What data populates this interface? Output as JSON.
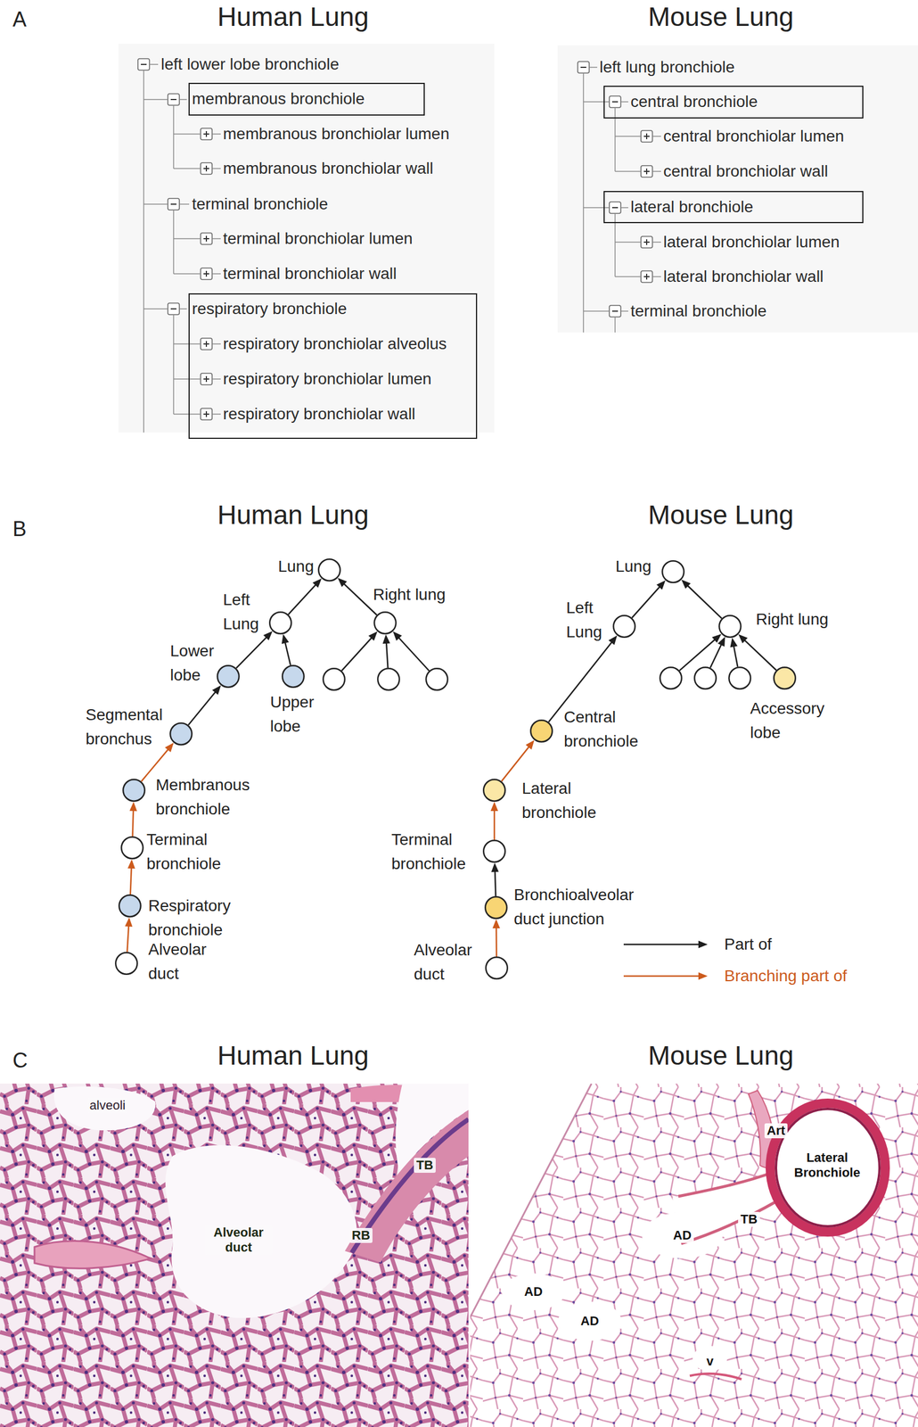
{
  "diagram": {
    "nodes": [
      {
        "text": [
          "left lower lobe bronchiole",
          "membranous bronchiolar lumen",
          "membranous bronchiolar wall",
          "terminal bronchiole",
          "terminal bronchiolar lumen",
          "terminal bronchiolar wall"
        ]
      },
      {
        "text": [
          "membranous bronchiole"
        ],
        "in": 0
      },
      {
        "text": [
          "respiratory bronchiole",
          "respiratory bronchiolar alveolus",
          "respiratory bronchiolar lumen",
          "respiratory bronchiolar wall"
        ],
        "in": 0
      },
      {
        "text": [
          "left lung bronchiole",
          "central bronchiolar lumen",
          "central bronchiolar wall",
          "lateral bronchiolar lumen",
          "lateral bronchiolar wall",
          "terminal bronchiole"
        ]
      },
      {
        "text": [
          "central bronchiole"
        ],
        "in": 3
      },
      {
        "text": [
          "lateral bronchiole"
        ],
        "in": 3
      },
      {
        "text": [
          "Lung"
        ]
      },
      {
        "text": [
          "Left Lung"
        ]
      },
      {
        "text": [
          "Right lung"
        ]
      },
      {
        "text": [
          "Lower lobe"
        ]
      },
      {
        "text": [
          "Upper lobe"
        ]
      },
      {
        "text": []
      },
      {
        "text": []
      },
      {
        "text": []
      },
      {
        "text": [
          "Segmental bronchus"
        ]
      },
      {
        "text": [
          "Membranous bronchiole"
        ]
      },
      {
        "text": [
          "Terminal bronchiole"
        ]
      },
      {
        "text": [
          "Respiratory bronchiole"
        ]
      },
      {
        "text": [
          "Alveolar duct"
        ]
      },
      {
        "text": [
          "Lung"
        ]
      },
      {
        "text": [
          "Left Lung"
        ]
      },
      {
        "text": [
          "Right lung"
        ]
      },
      {
        "text": []
      },
      {
        "text": []
      },
      {
        "text": []
      },
      {
        "text": [
          "Accessory lobe"
        ]
      },
      {
        "text": [
          "Central bronchiole"
        ]
      },
      {
        "text": [
          "Lateral bronchiole"
        ]
      },
      {
        "text": [
          "Terminal bronchiole"
        ]
      },
      {
        "text": [
          "Bronchioalveolar duct junction"
        ]
      },
      {
        "text": [
          "Alveolar duct"
        ]
      }
    ],
    "edges": [
      {
        "from": 7,
        "to": 6,
        "arrow": "to"
      },
      {
        "from": 8,
        "to": 6,
        "arrow": "to"
      },
      {
        "from": 9,
        "to": 7,
        "arrow": "to"
      },
      {
        "from": 10,
        "to": 7,
        "arrow": "to"
      },
      {
        "from": 11,
        "to": 8,
        "arrow": "to"
      },
      {
        "from": 12,
        "to": 8,
        "arrow": "to"
      },
      {
        "from": 13,
        "to": 8,
        "arrow": "to"
      },
      {
        "from": 14,
        "to": 9,
        "arrow": "to"
      },
      {
        "from": 15,
        "to": 14,
        "arrow": "to"
      },
      {
        "from": 16,
        "to": 15,
        "arrow": "to"
      },
      {
        "from": 17,
        "to": 16,
        "arrow": "to"
      },
      {
        "from": 18,
        "to": 17,
        "arrow": "to"
      },
      {
        "from": 20,
        "to": 19,
        "arrow": "to"
      },
      {
        "from": 21,
        "to": 19,
        "arrow": "to"
      },
      {
        "from": 22,
        "to": 21,
        "arrow": "to"
      },
      {
        "from": 23,
        "to": 21,
        "arrow": "to"
      },
      {
        "from": 24,
        "to": 21,
        "arrow": "to"
      },
      {
        "from": 25,
        "to": 21,
        "arrow": "to"
      },
      {
        "from": 26,
        "to": 20,
        "arrow": "to"
      },
      {
        "from": 27,
        "to": 26,
        "arrow": "to"
      },
      {
        "from": 28,
        "to": 27,
        "arrow": "to"
      },
      {
        "from": 29,
        "to": 28,
        "arrow": "to"
      },
      {
        "from": 30,
        "to": 29,
        "arrow": "to"
      }
    ],
    "labels": [
      "A",
      "Human Lung",
      "Mouse Lung",
      "B",
      "Human Lung",
      "Mouse Lung",
      "C",
      "Human Lung",
      "Mouse Lung",
      "alveoli",
      "Alveolar duct",
      "RB",
      "TB",
      "Art",
      "Lateral Bronchiole",
      "TB",
      "AD",
      "AD",
      "AD",
      "v"
    ],
    "legend": [
      {
        "text": "Part of"
      },
      {
        "text": "Branching part of"
      }
    ]
  }
}
